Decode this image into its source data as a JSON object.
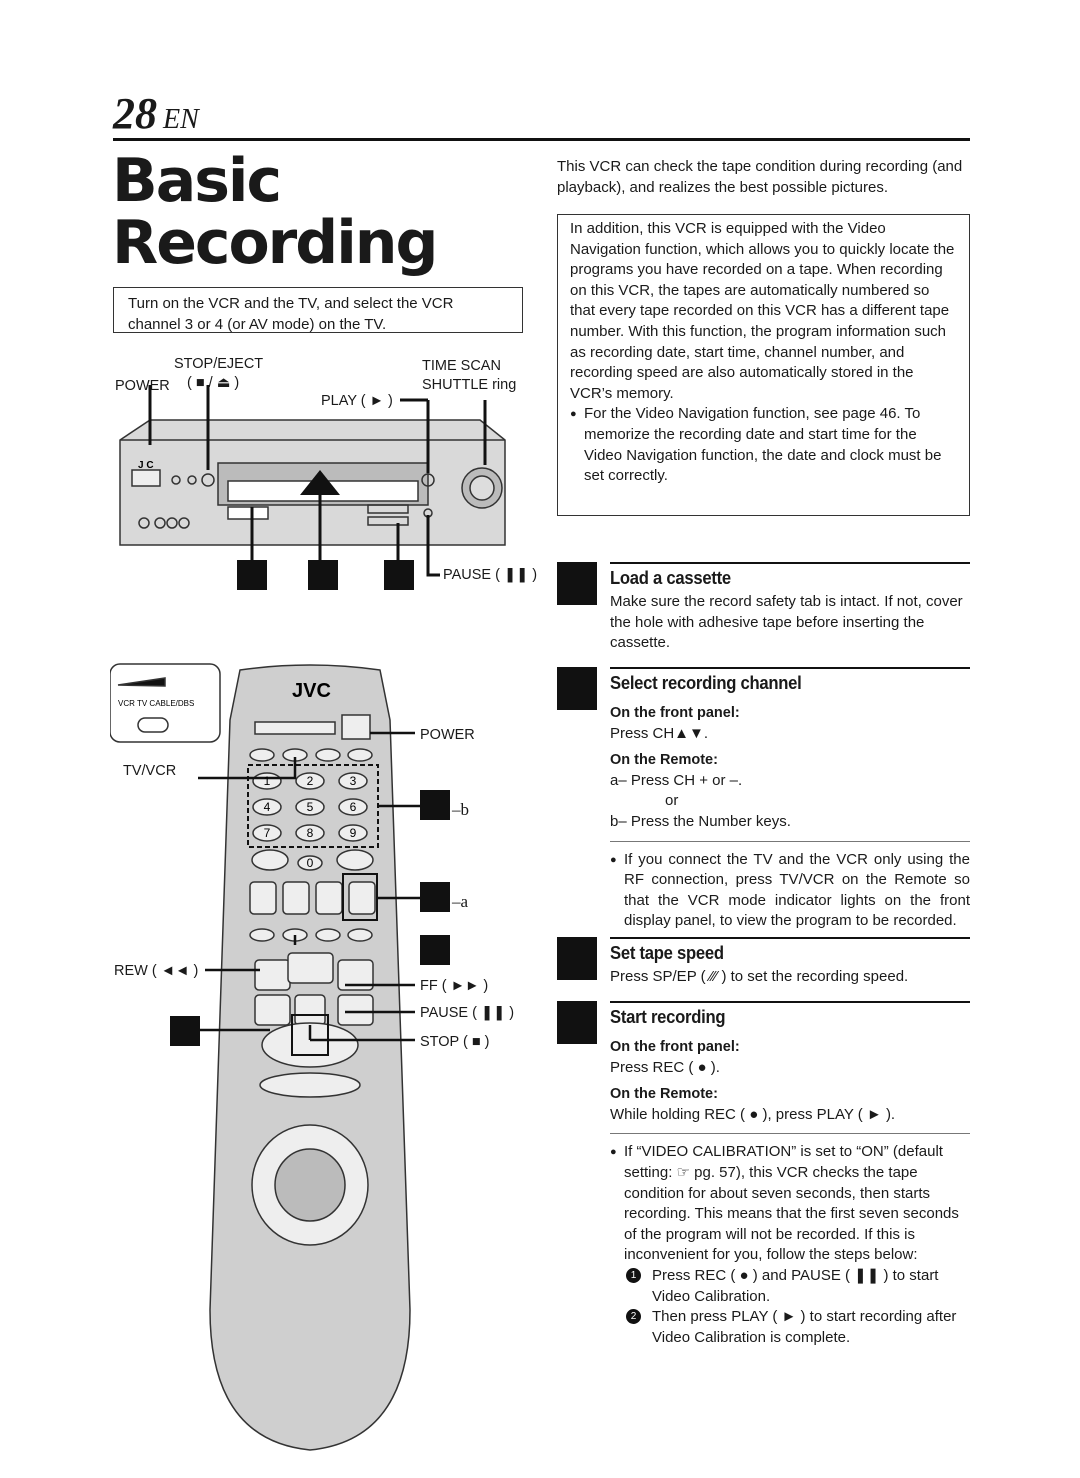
{
  "page": {
    "number": "28",
    "lang": "EN"
  },
  "title": {
    "line1": "Basic",
    "line2": "Recording"
  },
  "intro_box": "Turn on the VCR and the TV, and select the VCR channel 3 or 4 (or AV mode) on the TV.",
  "intro_right": "This VCR can check the tape condition during recording (and playback), and realizes the best possible pictures.",
  "video_nav": {
    "text": "In addition, this VCR is equipped with the Video Navigation function, which allows you to quickly locate the programs you have recorded on a tape. When recording on this VCR, the tapes are automatically numbered so that every tape recorded on this VCR has a different tape number. With this function, the program information such as recording date, start time, channel number, and recording speed are also automatically stored in the VCR’s memory.",
    "bullet": "For the Video Navigation function, see page 46. To memorize the recording date and start time for the Video Navigation function, the date and clock must be set correctly."
  },
  "vcr_labels": {
    "stop_eject": "STOP/EJECT",
    "stop_eject_sym": "( ■ / ⏏ )",
    "power": "POWER",
    "play": "PLAY ( ► )",
    "time_scan": "TIME SCAN",
    "shuttle": "SHUTTLE ring",
    "pause": "PAUSE ( ❚❚ )",
    "brand": "J C"
  },
  "remote_labels": {
    "brand": "JVC",
    "switch": "VCR  TV CABLE/DBS",
    "power": "POWER",
    "tvvcr": "TV/VCR",
    "b": "–b",
    "a": "–a",
    "rew": "REW ( ◄◄ )",
    "ff": "FF ( ►► )",
    "pause": "PAUSE ( ❚❚ )",
    "stop": "STOP ( ■ )",
    "keys": [
      "1",
      "2",
      "3",
      "4",
      "5",
      "6",
      "7",
      "8",
      "9",
      "0"
    ]
  },
  "steps": [
    {
      "heading": "Load a cassette",
      "body": "Make sure the record safety tab is intact. If not, cover the hole with adhesive tape before inserting the cassette."
    },
    {
      "heading": "Select recording channel",
      "front_title": "On the front panel:",
      "front_text": "Press CH▲▼.",
      "remote_title": "On the Remote:",
      "a_text": "a– Press CH + or –.",
      "or": "or",
      "b_text": "b– Press the Number keys.",
      "note": "If you connect the TV and the VCR only using the RF connection, press TV/VCR on the Remote so that the VCR mode indicator lights on the front display panel, to view the program to be recorded."
    },
    {
      "heading": "Set tape speed",
      "body": "Press SP/EP ( ⁄⁄⁄ ) to set the recording speed."
    },
    {
      "heading": "Start recording",
      "front_title": "On the front panel:",
      "front_text": "Press REC ( ● ).",
      "remote_title": "On the Remote:",
      "remote_text": "While holding REC ( ● ), press PLAY ( ► ).",
      "note": "If “VIDEO CALIBRATION” is set to “ON” (default setting: ☞ pg. 57), this VCR checks the tape condition for about seven seconds, then starts recording. This means that the first seven seconds of the program will not be recorded. If this is inconvenient for you, follow the steps below:",
      "sub1_mark": "1",
      "sub1": "Press REC ( ● ) and PAUSE ( ❚❚ ) to start Video Calibration.",
      "sub2_mark": "2",
      "sub2": "Then press PLAY ( ► ) to start recording after Video Calibration is complete."
    }
  ]
}
